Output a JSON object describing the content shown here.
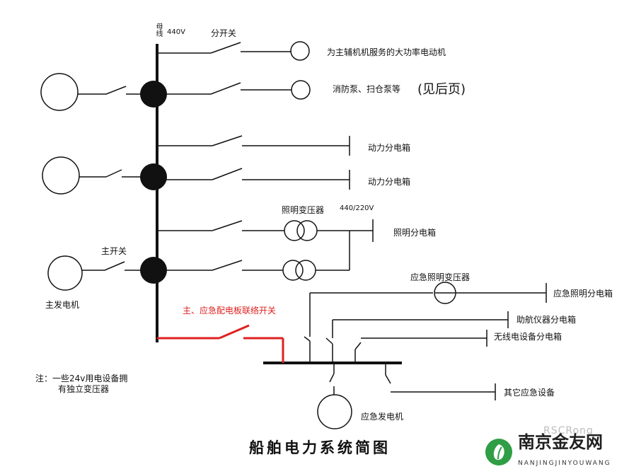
{
  "diagram": {
    "title": "船舶电力系统简图",
    "busbar_label": "母线",
    "busbar_voltage": "440V",
    "split_switch_label": "分开关",
    "main_switch_label": "主开关",
    "main_generator_label": "主发电机",
    "tie_switch_label": "主、应急配电板联络开关",
    "lighting_transformer_label": "照明变压器",
    "lighting_voltage": "440/220V",
    "emergency_transformer_label": "应急照明变压器",
    "emergency_generator_label": "应急发电机",
    "loads": {
      "aux_motors": "为主辅机机服务的大功率电动机",
      "fire_pumps": "消防泵、扫仓泵等",
      "see_next": "(见后页)",
      "power_box_1": "动力分电箱",
      "power_box_2": "动力分电箱",
      "lighting_box": "照明分电箱",
      "emergency_lighting_box": "应急照明分电箱",
      "nav_box": "助航仪器分电箱",
      "radio_box": "无线电设备分电箱",
      "other_emergency": "其它应急设备"
    },
    "note_line1": "注：一些24v用电设备拥",
    "note_line2": "有独立变压器",
    "colors": {
      "line": "#111111",
      "tie_line": "#e02020"
    }
  },
  "watermark": {
    "source_text": "RSCRong",
    "site_name": "南京金友网",
    "site_pinyin": "NANJINGJINYOUWANG",
    "logo_color": "#2f9e44"
  }
}
